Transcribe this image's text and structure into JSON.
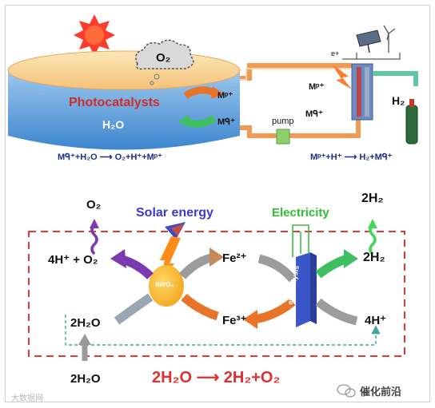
{
  "top": {
    "o2_cloud": "O₂",
    "photocatalysts": "Photocatalysts",
    "h2o": "H₂O",
    "mp_left": "Mᵖ⁺",
    "mq_left": "Mᑫ⁺",
    "mp_right": "Mᵖ⁺",
    "mq_right": "Mᑫ⁺",
    "pump": "pump",
    "eplus": "e+",
    "h2": "H₂",
    "eq_left": "Mᑫ⁺+H₂O ⟶ O₂+H⁺+Mᵖ⁺",
    "eq_right": "Mᵖ⁺+H⁺ ⟶ H₂+Mᑫ⁺"
  },
  "bottom": {
    "o2_top": "O₂",
    "solar_energy": "Solar energy",
    "electricity": "Electricity",
    "h2_top": "2H₂",
    "left_products": "4H⁺ + O₂",
    "fe2": "Fe²⁺",
    "h2_right": "2H₂",
    "bivo4": "BiVO₄",
    "electrolysis": "electrolysis",
    "h2o_left": "2H₂O",
    "fe3": "Fe³⁺",
    "h_plus": "4H⁺",
    "h2o_input": "2H₂O",
    "overall": "2H₂O ⟶ 2H₂+O₂"
  },
  "watermark": {
    "left": "大数据网",
    "right": "催化前沿"
  },
  "colors": {
    "photocatalysts_red": "#d42a2a",
    "water_blue": "#4a90d9",
    "pipe_orange": "#f29a52",
    "arrow_purple": "#6b3fa0",
    "arrow_green": "#3fbf5f",
    "arrow_orange": "#e8742a",
    "dash_red": "#e23a3a",
    "dash_teal": "#3aa89a",
    "overall_red": "#e03030",
    "solar_blue": "#3a3ad0",
    "electricity_green": "#2fc02f"
  }
}
